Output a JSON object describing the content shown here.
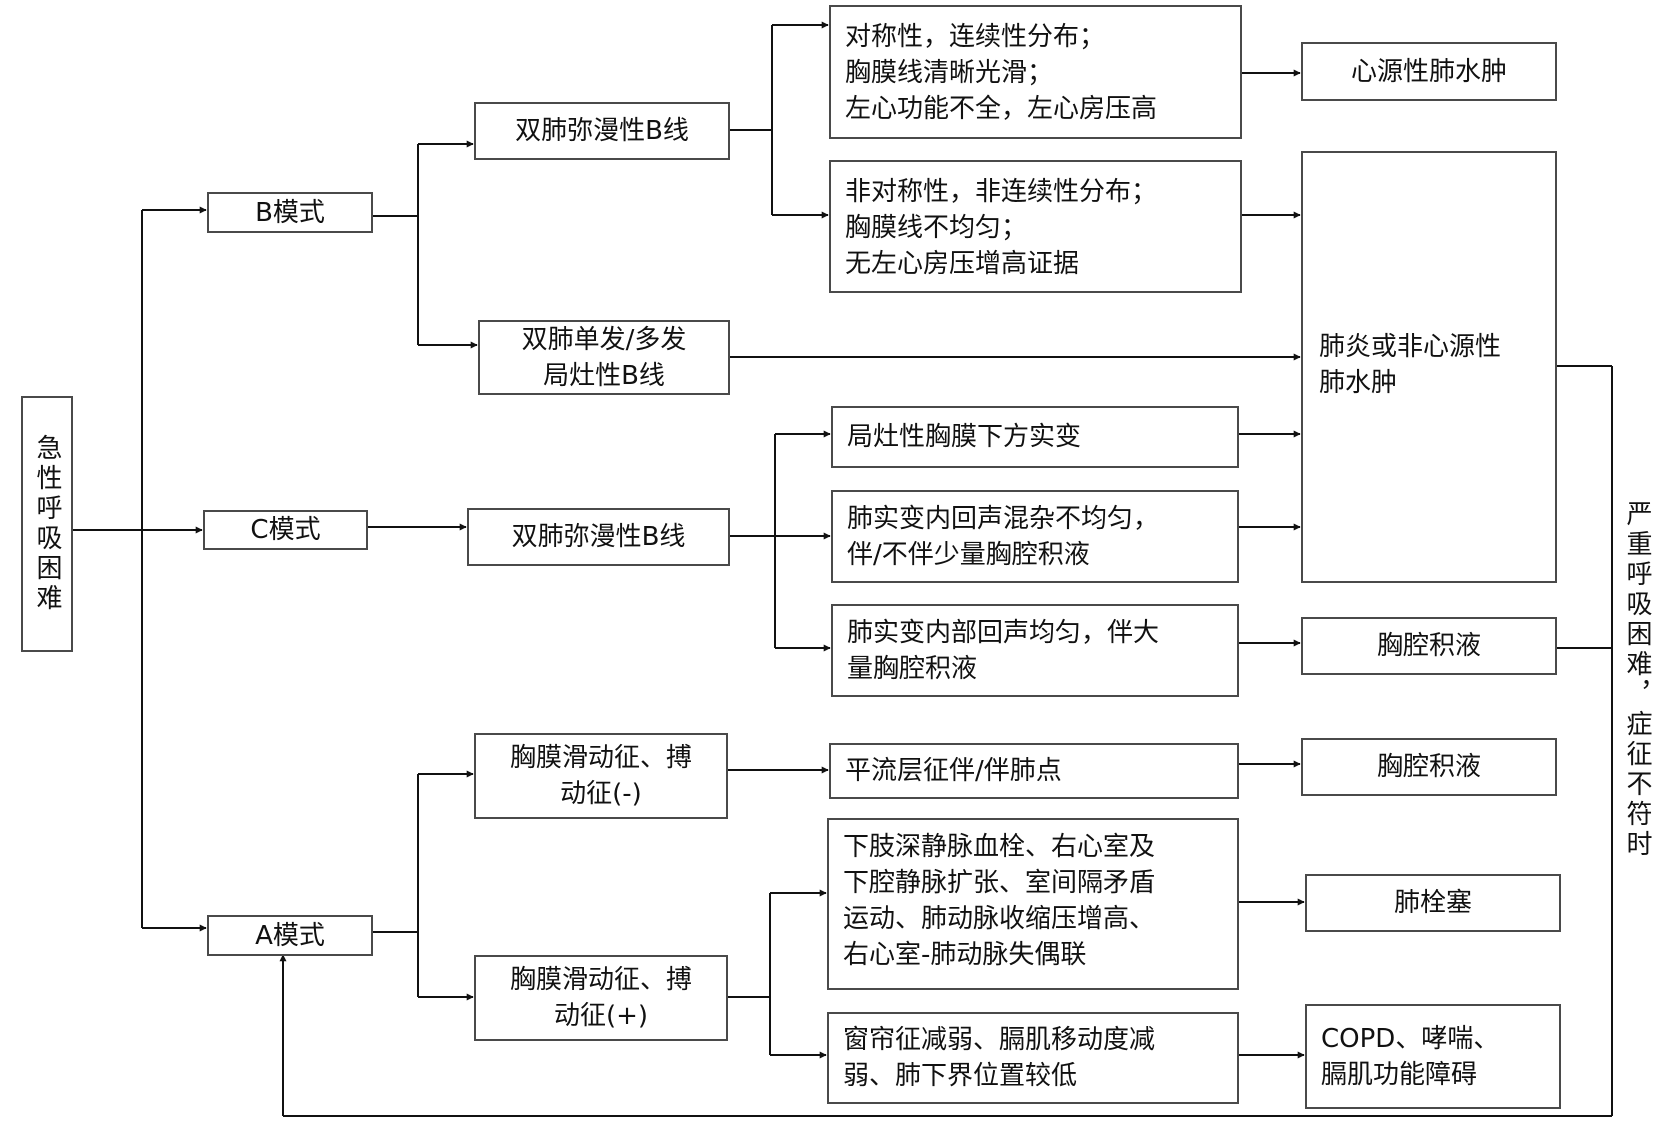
{
  "root": "急性呼吸困难",
  "modes": {
    "b": "B模式",
    "c": "C模式",
    "a": "A模式"
  },
  "b_branch": {
    "diffuse": "双肺弥漫性B线",
    "focal": "双肺单发/多发\n局灶性B线",
    "sym": "对称性，连续性分布；\n胸膜线清晰光滑；\n左心功能不全，左心房压高",
    "asym": "非对称性，非连续性分布；\n胸膜线不均匀；\n无左心房压增高证据"
  },
  "c_branch": {
    "diffuse": "双肺弥漫性B线",
    "subpleural": "局灶性胸膜下方实变",
    "mixed": "肺实变内回声混杂不均匀，\n伴/不伴少量胸腔积液",
    "uniform": "肺实变内部回声均匀，伴大\n量胸腔积液"
  },
  "a_branch": {
    "slide_neg": "胸膜滑动征、搏\n动征(-)",
    "slide_pos": "胸膜滑动征、搏\n动征(+)",
    "strat": "平流层征伴/伴肺点",
    "dvt": "下肢深静脉血栓、右心室及\n下腔静脉扩张、室间隔矛盾\n运动、肺动脉收缩压增高、\n右心室-肺动脉失偶联",
    "curtain": "窗帘征减弱、膈肌移动度减\n弱、肺下界位置较低"
  },
  "outcomes": {
    "cardiogenic": "心源性肺水肿",
    "pneumonia": "肺炎或非心源性\n肺水肿",
    "effusion1": "胸腔积液",
    "effusion2": "胸腔积液",
    "embolism": "肺栓塞",
    "copd": "COPD、哮喘、\n膈肌功能障碍"
  },
  "feedback": "严重呼吸困难，症征不符时"
}
